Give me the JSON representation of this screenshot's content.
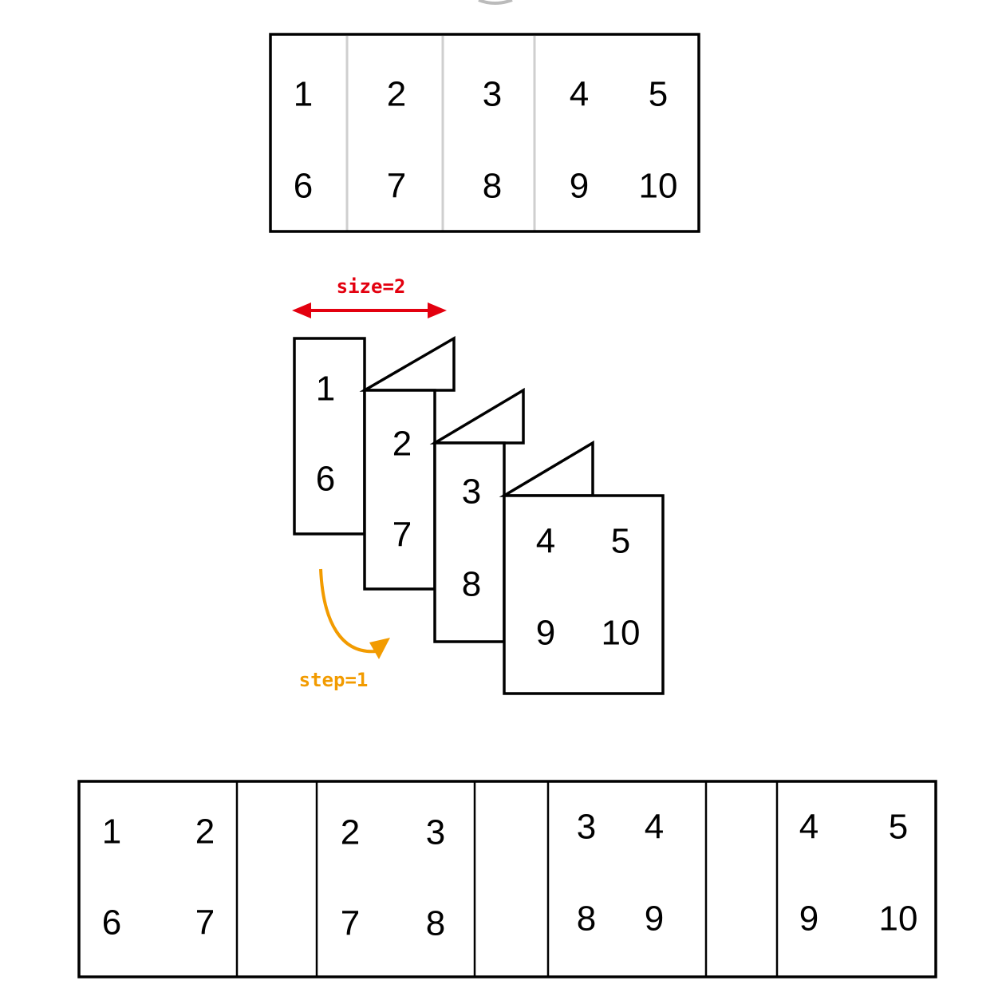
{
  "top_matrix": {
    "row1": [
      "1",
      "2",
      "3",
      "4",
      "5"
    ],
    "row2": [
      "6",
      "7",
      "8",
      "9",
      "10"
    ]
  },
  "window_diagram": {
    "size_label": "size=2",
    "step_label": "step=1",
    "size_color": "#e3000f",
    "step_color": "#f29b00",
    "panels": [
      {
        "top": "1",
        "bottom": "6"
      },
      {
        "top": "2",
        "bottom": "7"
      },
      {
        "top": "3",
        "bottom": "8"
      },
      {
        "top_left": "4",
        "top_right": "5",
        "bottom_left": "9",
        "bottom_right": "10"
      }
    ]
  },
  "windows": [
    {
      "tl": "1",
      "tr": "2",
      "bl": "6",
      "br": "7"
    },
    {
      "tl": "2",
      "tr": "3",
      "bl": "7",
      "br": "8"
    },
    {
      "tl": "3",
      "tr": "4",
      "bl": "8",
      "br": "9"
    },
    {
      "tl": "4",
      "tr": "5",
      "bl": "9",
      "br": "10"
    }
  ]
}
